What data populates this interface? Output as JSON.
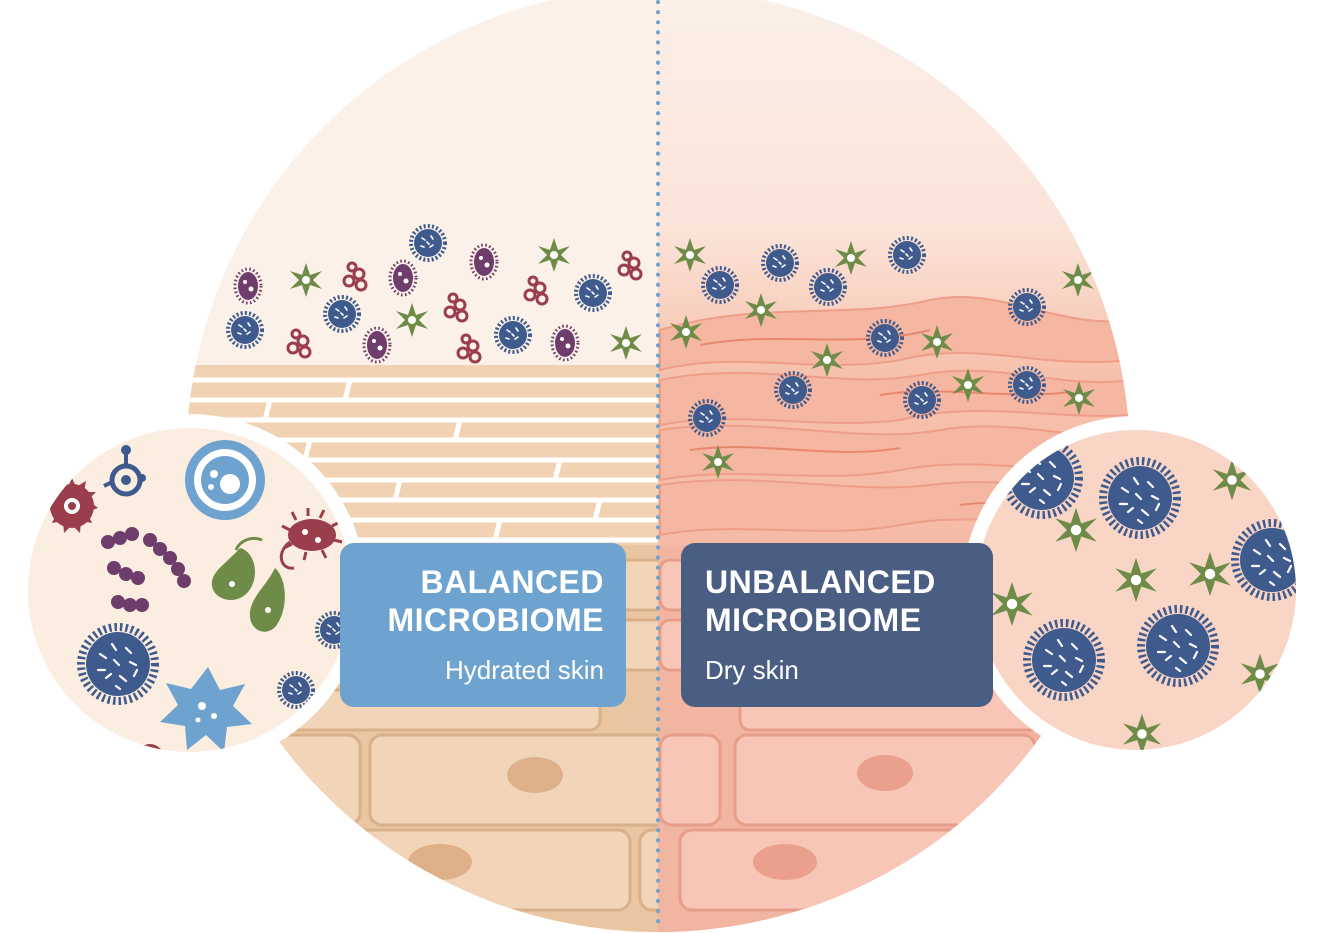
{
  "labels": {
    "left": {
      "title_line1": "BALANCED",
      "title_line2": "MICROBIOME",
      "subtitle": "Hydrated skin"
    },
    "right": {
      "title_line1": "UNBALANCED",
      "title_line2": "MICROBIOME",
      "subtitle": "Dry skin"
    }
  },
  "colors": {
    "balanced_box": "#6fa3cf",
    "unbalanced_box": "#4a5e84",
    "divider": "#6fa3cf",
    "healthy_skin": "#f1d3b4",
    "dry_skin": "#f2a290",
    "bacteria_blue": "#3f5b8e",
    "bacteria_green": "#6e8b48",
    "bacteria_purple": "#6e3d6b",
    "bacteria_red": "#9a3e4c"
  },
  "icons": [
    "cocci-cluster-icon",
    "spiky-bacteria-icon",
    "star-bacteria-icon",
    "rod-chain-icon",
    "fungus-cell-icon"
  ]
}
